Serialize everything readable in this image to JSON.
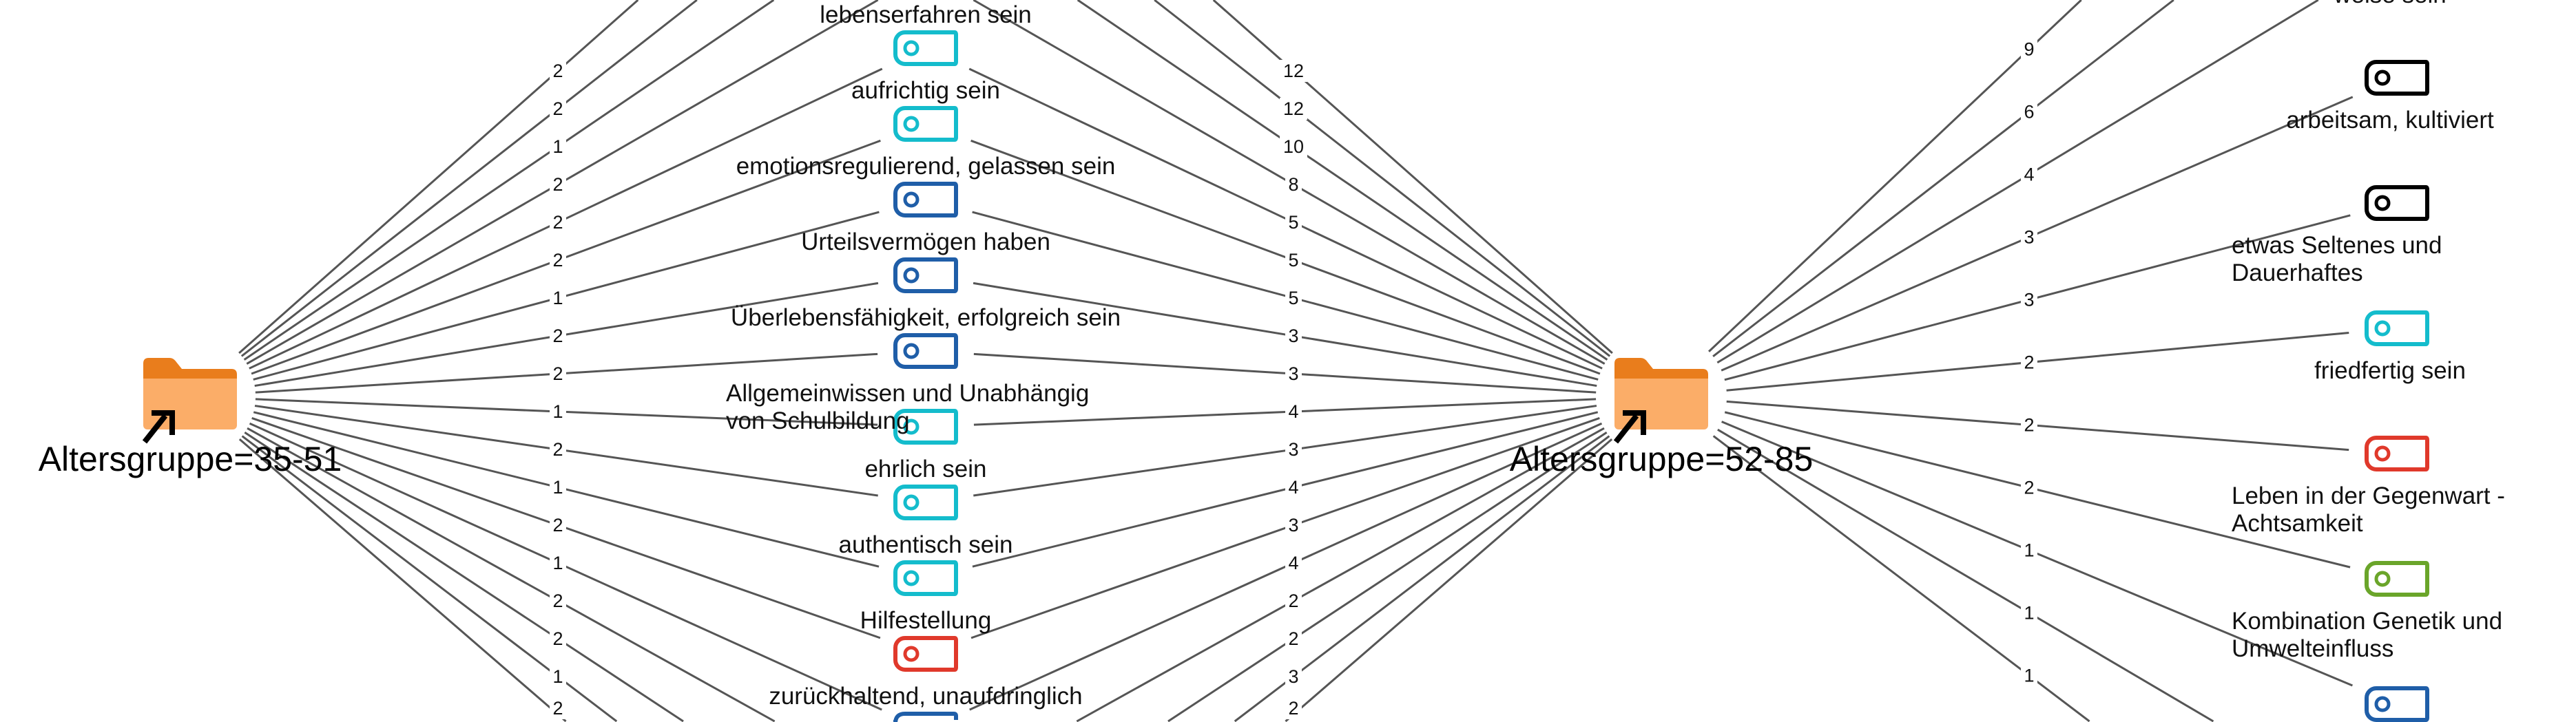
{
  "hubs": {
    "left": {
      "label": "Altersgruppe=35-51"
    },
    "right": {
      "label": "Altersgruppe=52-85"
    }
  },
  "center_column": {
    "nodes": [
      {
        "label": "lebenserfahren sein",
        "color": "#14bccc"
      },
      {
        "label": "aufrichtig sein",
        "color": "#14bccc"
      },
      {
        "label": "emotionsregulierend, gelassen sein",
        "color": "#1f5ea8"
      },
      {
        "label": "Urteilsvermögen haben",
        "color": "#1f5ea8"
      },
      {
        "label": "Überlebensfähigkeit, erfolgreich sein",
        "color": "#1f5ea8"
      },
      {
        "label": "Allgemeinwissen und Unabhängig von Schulbildung",
        "color": "#14bccc"
      },
      {
        "label": "ehrlich sein",
        "color": "#14bccc"
      },
      {
        "label": "authentisch sein",
        "color": "#14bccc"
      },
      {
        "label": "Hilfestellung",
        "color": "#e0392b"
      },
      {
        "label": "zurückhaltend, unaufdringlich",
        "color": "#1f5ea8"
      }
    ]
  },
  "right_column": {
    "nodes": [
      {
        "label": "weise sein",
        "color": "#000000"
      },
      {
        "label": "arbeitsam, kultiviert",
        "color": "#000000"
      },
      {
        "label": "etwas Seltenes und Dauerhaftes",
        "color": "#000000"
      },
      {
        "label": "friedfertig sein",
        "color": "#14bccc"
      },
      {
        "label": "Leben in der Gegenwart - Achtsamkeit",
        "color": "#e0392b"
      },
      {
        "label": "Kombination Genetik und Umwelteinfluss",
        "color": "#6aa52a"
      },
      {
        "label": "",
        "color": "#1f5ea8"
      }
    ]
  },
  "edges": {
    "left_hub_to_center": [
      2,
      2,
      1,
      2,
      2,
      2,
      1,
      2,
      2,
      1,
      2,
      1,
      2,
      1,
      2,
      2,
      1,
      2
    ],
    "right_hub_to_center": [
      12,
      12,
      10,
      8,
      5,
      5,
      5,
      3,
      3,
      4,
      3,
      4,
      3,
      4,
      2,
      2,
      3,
      2
    ],
    "right_hub_to_right": [
      9,
      6,
      4,
      3,
      3,
      2,
      2,
      2,
      1,
      1,
      1
    ]
  },
  "colors": {
    "folder_tab": "#e97d1c",
    "folder_body": "#fbad68",
    "edge": "#555555"
  }
}
